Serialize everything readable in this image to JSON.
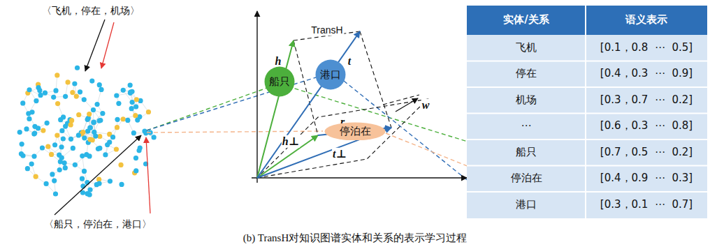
{
  "diagram": {
    "caption": "(b) TransH对知识图谱实体和关系的表示学习过程",
    "nodes": [
      {
        "text": [
          "船只"
        ]
      },
      {
        "text": [
          "港口"
        ]
      },
      {
        "text": [
          "停泊在"
        ]
      }
    ],
    "labels": [
      "〈飞机，停在，机场〉",
      "〈船只，停泊在，港口〉",
      "TransH",
      "h",
      "t",
      "r",
      "h⊥",
      "t⊥",
      "w",
      "实体/关系",
      "语义表示",
      "飞机",
      "[0.1，0.8  ⋯  0.5]",
      "停在",
      "[0.4，0.3  ⋯  0.9]",
      "机场",
      "[0.3，0.7  ⋯  0.2]",
      "⋯",
      "[0.6，0.3  ⋯  0.8]",
      "船只",
      "[0.7，0.5  ⋯  0.2]",
      "停泊在",
      "[0.4，0.9  ⋯  0.3]",
      "港口",
      "[0.3，0.1  ⋯  0.7]"
    ]
  }
}
